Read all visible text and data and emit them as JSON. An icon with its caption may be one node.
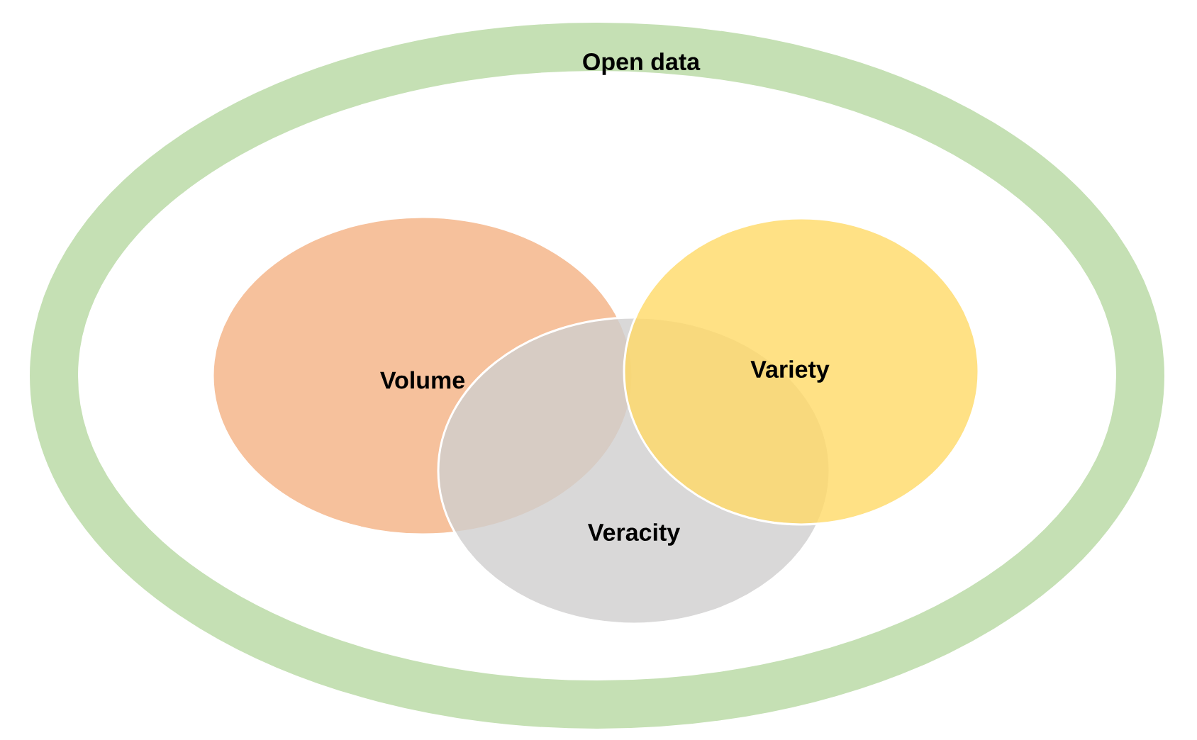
{
  "diagram": {
    "nodes": [
      {
        "text": [
          "Open data"
        ]
      },
      {
        "text": [
          "Volume"
        ],
        "in": 0
      },
      {
        "text": [
          "Veracity"
        ],
        "in": 0
      },
      {
        "text": [
          "Variety"
        ],
        "in": 0
      }
    ]
  }
}
